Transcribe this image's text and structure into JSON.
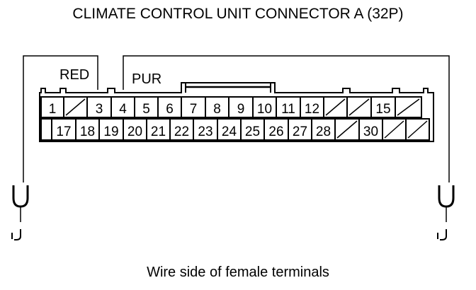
{
  "title": "CLIMATE CONTROL UNIT CONNECTOR A (32P)",
  "caption": "Wire side of female terminals",
  "wires": {
    "red_label": "RED",
    "pur_label": "PUR"
  },
  "connector": {
    "row1": [
      "1",
      "",
      "3",
      "4",
      "5",
      "6",
      "7",
      "8",
      "9",
      "10",
      "11",
      "12",
      "",
      "",
      "15",
      ""
    ],
    "row2": [
      "",
      "17",
      "18",
      "19",
      "20",
      "21",
      "22",
      "23",
      "24",
      "25",
      "26",
      "27",
      "28",
      "",
      "30",
      "",
      ""
    ]
  },
  "colors": {
    "line": "#000000",
    "background": "#ffffff"
  }
}
